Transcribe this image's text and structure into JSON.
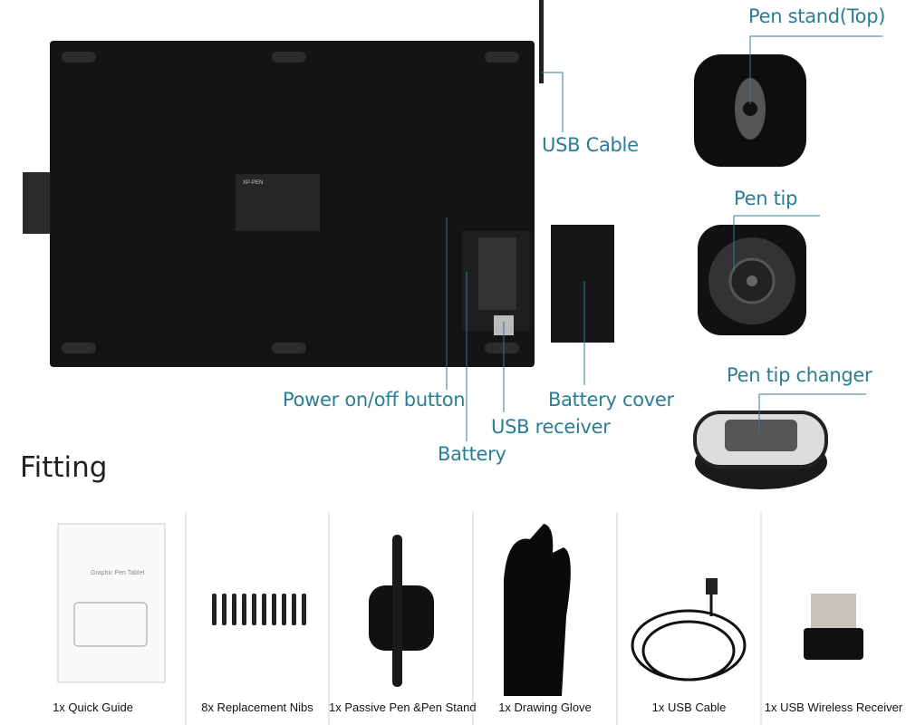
{
  "callouts": {
    "usb_cable": "USB Cable",
    "pen_stand_top": "Pen stand(Top)",
    "pen_tip": "Pen tip",
    "pen_tip_changer": "Pen tip changer",
    "power_button": "Power on/off button",
    "battery_cover": "Battery cover",
    "usb_receiver": "USB receiver",
    "battery": "Battery"
  },
  "tablet_logo": "XP-PEN",
  "section_title": "Fitting",
  "fittings": [
    {
      "label": "1x Quick Guide",
      "icon": "quick-guide-booklet"
    },
    {
      "label": "8x Replacement Nibs",
      "icon": "nibs"
    },
    {
      "label": "1x Passive Pen &Pen Stand",
      "icon": "pen-and-stand"
    },
    {
      "label": "1x Drawing Glove",
      "icon": "glove"
    },
    {
      "label": "1x USB Cable",
      "icon": "usb-cable"
    },
    {
      "label": "1x USB Wireless Receiver",
      "icon": "usb-receiver"
    }
  ],
  "colors": {
    "callout": "#2b7d96",
    "tablet": "#141414",
    "divider": "#d0d0d0"
  }
}
